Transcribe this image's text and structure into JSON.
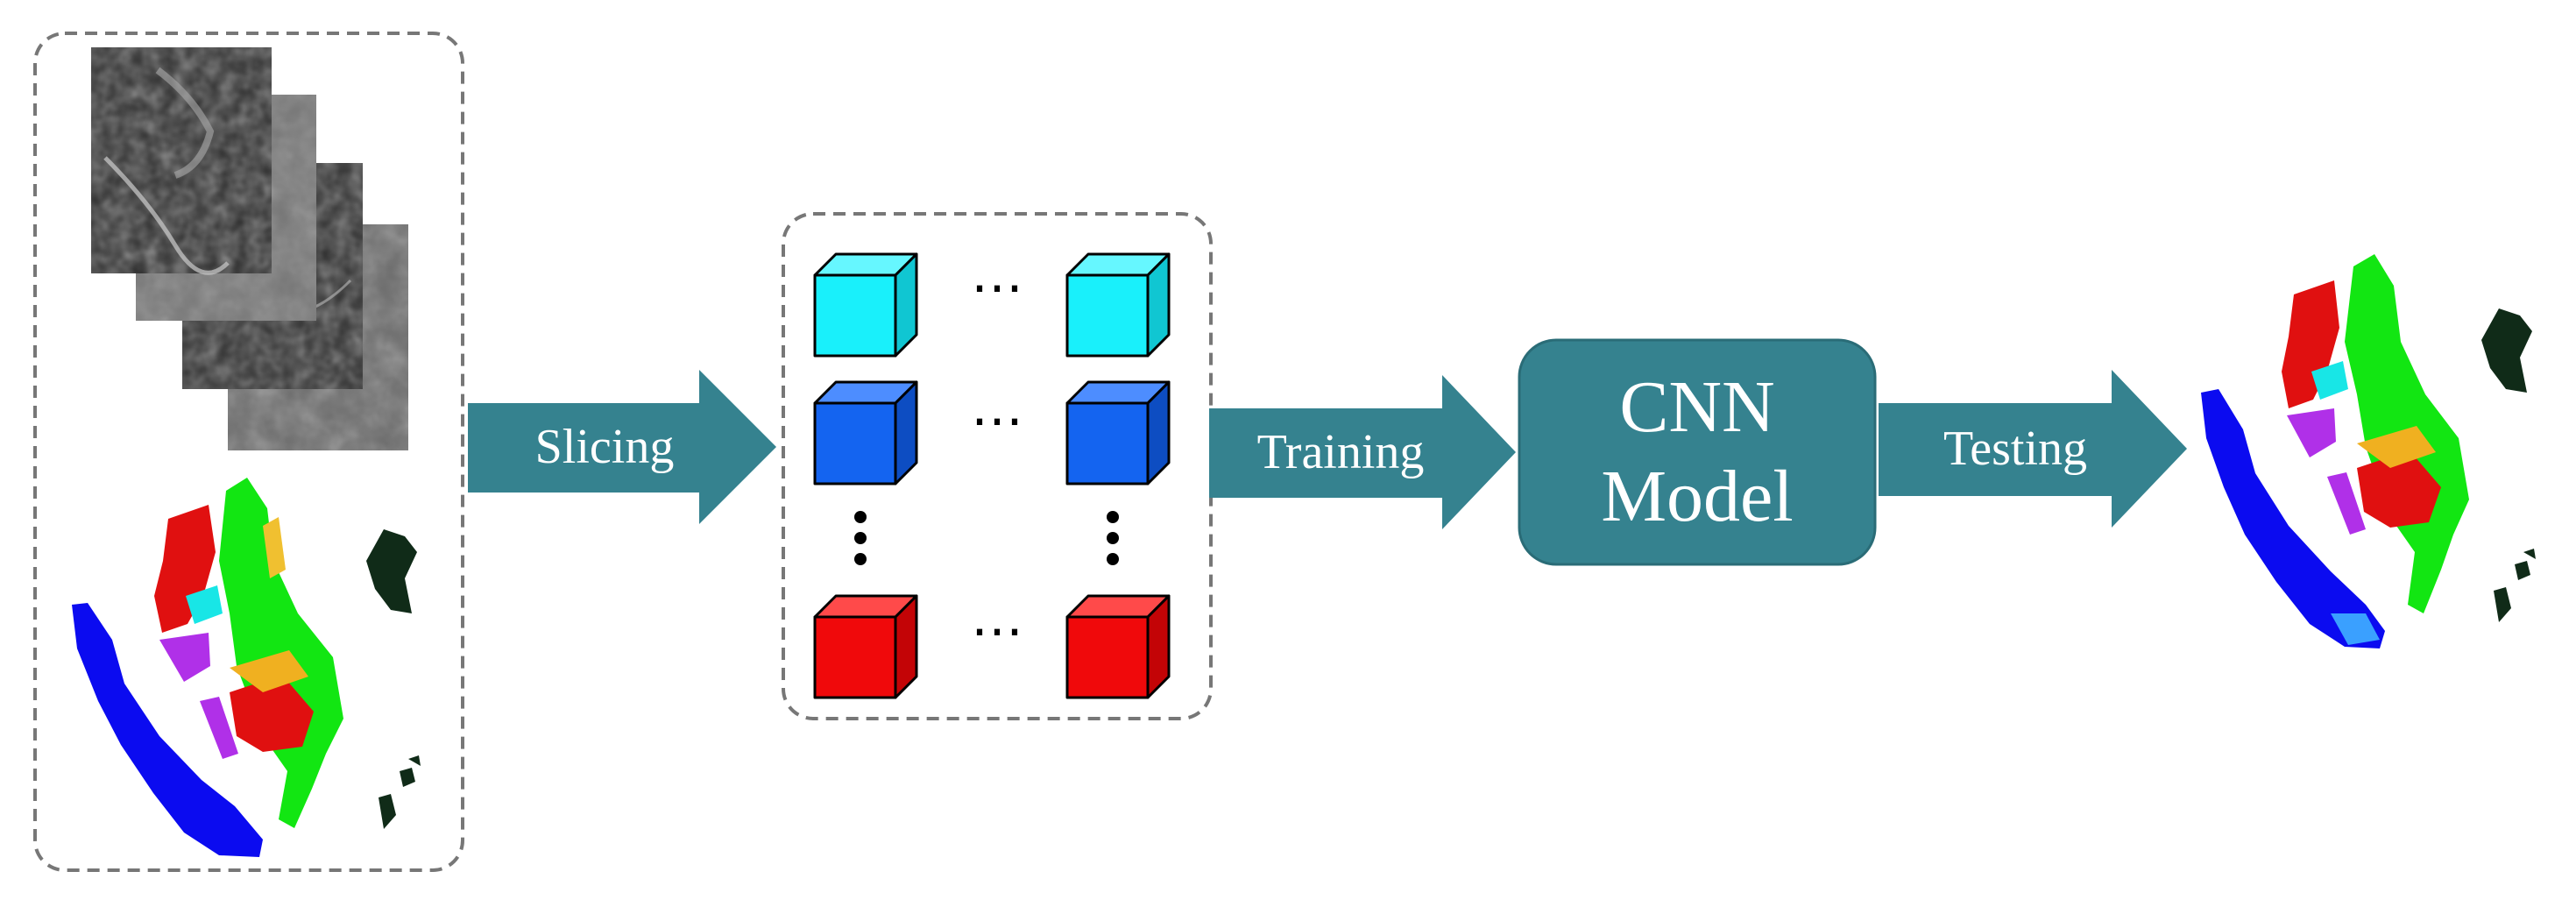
{
  "arrows": {
    "slicing": "Slicing",
    "training": "Training",
    "testing": "Testing"
  },
  "model": {
    "line1": "CNN",
    "line2": "Model"
  },
  "patches": {
    "ellipsis": "⋯",
    "rows": [
      {
        "color": "#19f0fb",
        "side": "#10c6d2",
        "top": "#66f7ff"
      },
      {
        "color": "#1464f0",
        "side": "#0d4dc2",
        "top": "#4d8dff"
      },
      {
        "color": "#f0090b",
        "side": "#c30406",
        "top": "#ff4a4a"
      }
    ]
  },
  "colors": {
    "teal": "#35828f",
    "dash": "#777777"
  }
}
